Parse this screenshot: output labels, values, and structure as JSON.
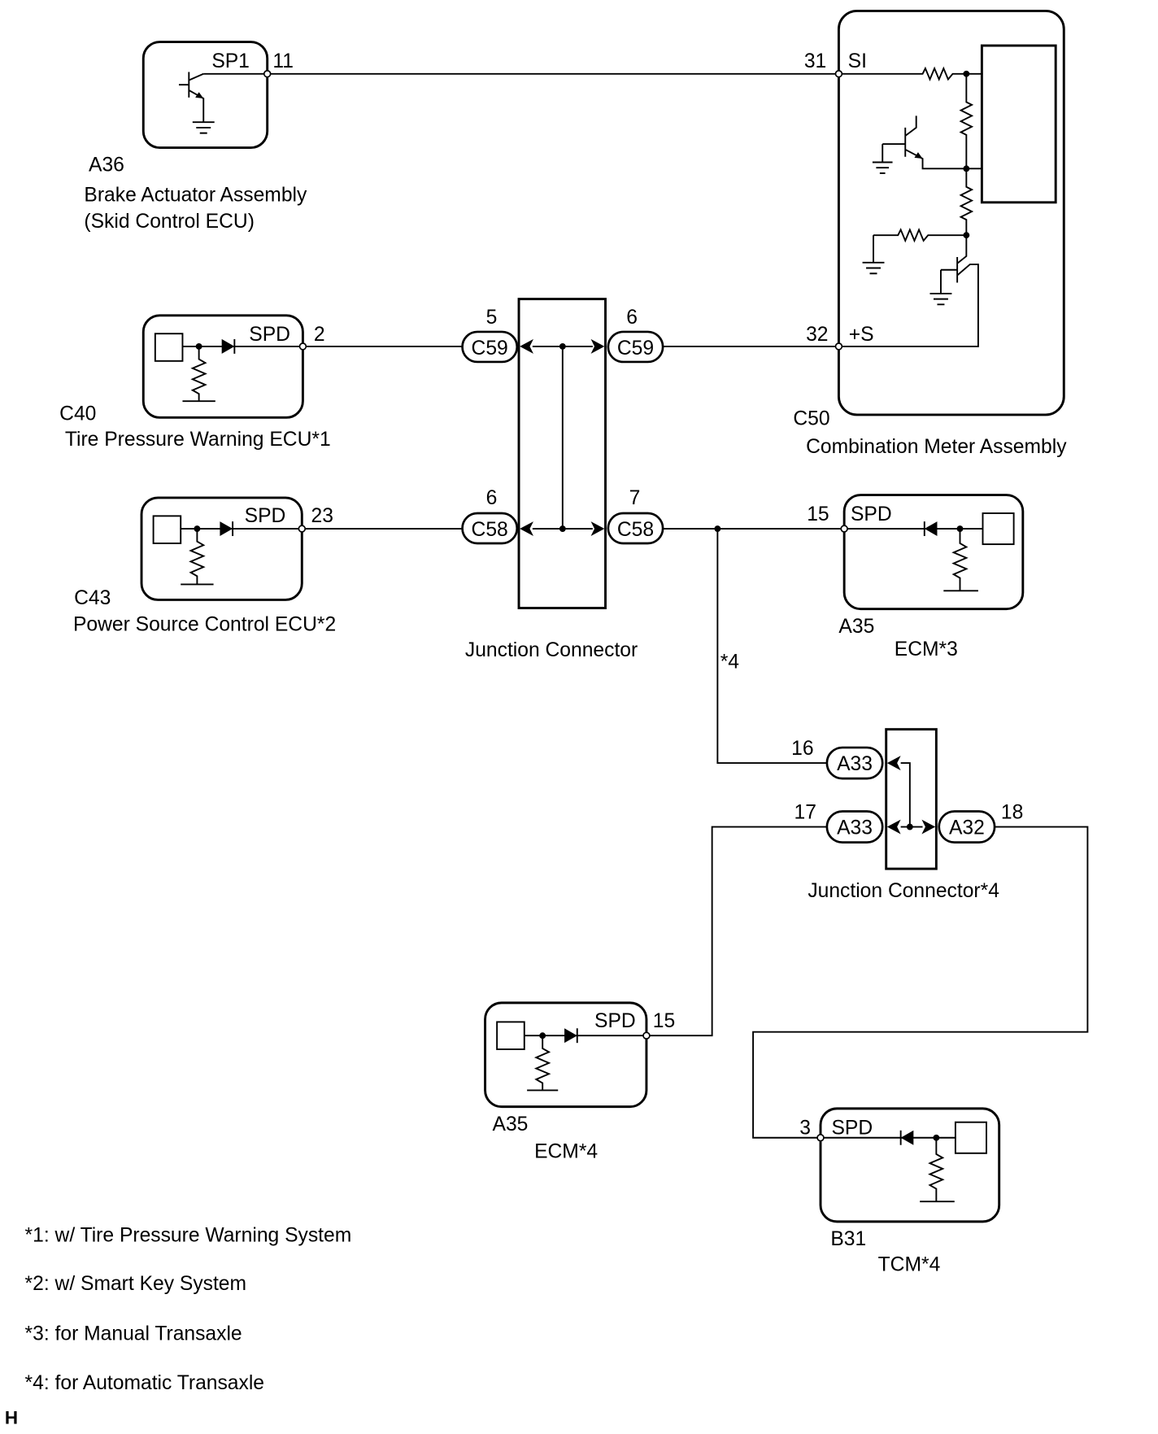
{
  "colors": {
    "line": "#000000",
    "background": "#ffffff"
  },
  "diagram": {
    "a36": {
      "terminal": "SP1",
      "pin": "11",
      "code": "A36",
      "name": "Brake Actuator Assembly",
      "subname": "(Skid Control ECU)"
    },
    "c50": {
      "si_pin": "31",
      "si_terminal": "SI",
      "s_pin": "32",
      "s_terminal": "+S",
      "code": "C50",
      "name": "Combination Meter Assembly"
    },
    "c40": {
      "terminal": "SPD",
      "pin": "2",
      "code": "C40",
      "name": "Tire Pressure Warning ECU*1"
    },
    "c43": {
      "terminal": "SPD",
      "pin": "23",
      "code": "C43",
      "name": "Power Source Control ECU*2"
    },
    "ecm_a": {
      "terminal": "SPD",
      "pin": "15",
      "code": "A35",
      "name": "ECM*3"
    },
    "ecm_b": {
      "terminal": "SPD",
      "pin": "15",
      "code": "A35",
      "name": "ECM*4"
    },
    "tcm": {
      "terminal": "SPD",
      "pin": "3",
      "code": "B31",
      "name": "TCM*4"
    },
    "junction_connector": {
      "name": "Junction Connector",
      "left_top": {
        "connector": "C59",
        "pin": "5"
      },
      "right_top": {
        "connector": "C59",
        "pin": "6"
      },
      "left_bottom": {
        "connector": "C58",
        "pin": "6"
      },
      "right_bottom": {
        "connector": "C58",
        "pin": "7"
      }
    },
    "junction_connector_4": {
      "name": "Junction Connector*4",
      "left_top": {
        "connector": "A33",
        "pin": "16"
      },
      "left_bottom": {
        "connector": "A33",
        "pin": "17"
      },
      "right": {
        "connector": "A32",
        "pin": "18"
      }
    },
    "branch_note": "*4"
  },
  "notes": [
    "*1: w/ Tire Pressure Warning System",
    "*2: w/ Smart Key System",
    "*3: for Manual Transaxle",
    "*4: for Automatic Transaxle"
  ],
  "page_marker": "H"
}
